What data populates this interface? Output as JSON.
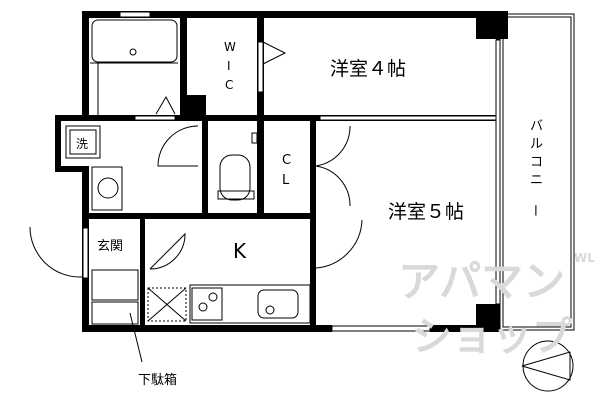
{
  "rooms": {
    "western_room_4": "洋室４帖",
    "western_room_5": "洋室５帖",
    "walk_in_closet": [
      "W",
      "I",
      "C"
    ],
    "closet": [
      "C",
      "L"
    ],
    "kitchen": "K",
    "entrance": "玄関",
    "washer": "洗",
    "balcony": [
      "バ",
      "ル",
      "コ",
      "ニ",
      "ー"
    ]
  },
  "annotations": {
    "shoe_cabinet": "下駄箱"
  },
  "watermark": {
    "text_line1": "アパマン",
    "text_line2": "ショップ",
    "small": "WL"
  },
  "colors": {
    "wall": "#000000",
    "watermark": "#d9d9d9"
  }
}
